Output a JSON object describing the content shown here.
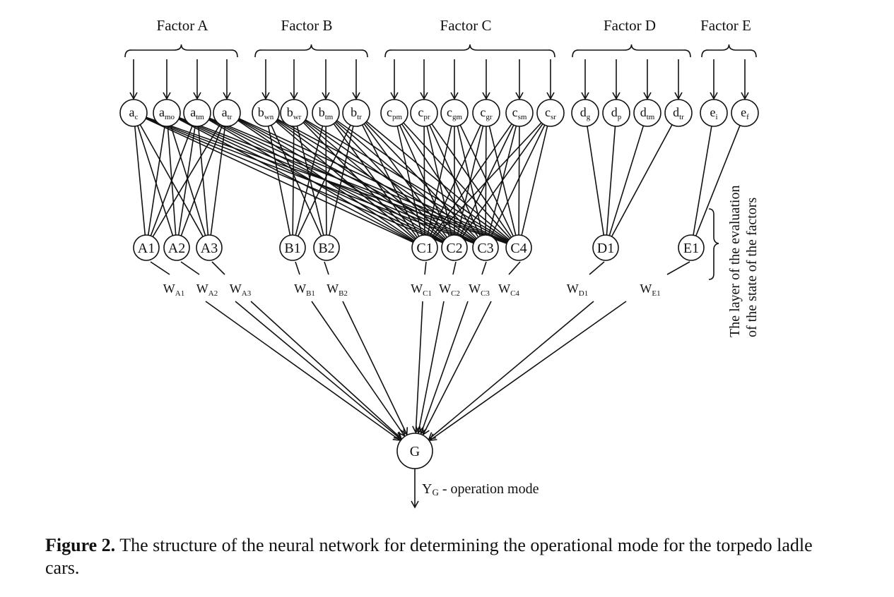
{
  "factors": [
    {
      "id": "A",
      "label": "Factor  A"
    },
    {
      "id": "B",
      "label": "Factor  B"
    },
    {
      "id": "C",
      "label": "Factor  C"
    },
    {
      "id": "D",
      "label": "Factor  D"
    },
    {
      "id": "E",
      "label": "Factor  E"
    }
  ],
  "inputs": [
    {
      "id": "ac",
      "main": "a",
      "sub": "c",
      "factor": "A"
    },
    {
      "id": "amo",
      "main": "a",
      "sub": "mo",
      "factor": "A"
    },
    {
      "id": "atm",
      "main": "a",
      "sub": "tm",
      "factor": "A"
    },
    {
      "id": "atr",
      "main": "a",
      "sub": "tr",
      "factor": "A"
    },
    {
      "id": "bwn",
      "main": "b",
      "sub": "wn",
      "factor": "B"
    },
    {
      "id": "bwr",
      "main": "b",
      "sub": "wr",
      "factor": "B"
    },
    {
      "id": "btm",
      "main": "b",
      "sub": "tm",
      "factor": "B"
    },
    {
      "id": "btr",
      "main": "b",
      "sub": "tr",
      "factor": "B"
    },
    {
      "id": "cpm",
      "main": "c",
      "sub": "pm",
      "factor": "C"
    },
    {
      "id": "cpr",
      "main": "c",
      "sub": "pr",
      "factor": "C"
    },
    {
      "id": "cgm",
      "main": "c",
      "sub": "gm",
      "factor": "C"
    },
    {
      "id": "cgr",
      "main": "c",
      "sub": "gr",
      "factor": "C"
    },
    {
      "id": "csm",
      "main": "c",
      "sub": "sm",
      "factor": "C"
    },
    {
      "id": "csr",
      "main": "c",
      "sub": "sr",
      "factor": "C"
    },
    {
      "id": "dg",
      "main": "d",
      "sub": "g",
      "factor": "D"
    },
    {
      "id": "dp",
      "main": "d",
      "sub": "p",
      "factor": "D"
    },
    {
      "id": "dtm",
      "main": "d",
      "sub": "tm",
      "factor": "D"
    },
    {
      "id": "dtr",
      "main": "d",
      "sub": "tr",
      "factor": "D"
    },
    {
      "id": "ei",
      "main": "e",
      "sub": "i",
      "factor": "E"
    },
    {
      "id": "ef",
      "main": "e",
      "sub": "f",
      "factor": "E"
    }
  ],
  "hidden": [
    {
      "id": "A1",
      "label": "A1",
      "weight_main": "W",
      "weight_sub": "A1"
    },
    {
      "id": "A2",
      "label": "A2",
      "weight_main": "W",
      "weight_sub": "A2"
    },
    {
      "id": "A3",
      "label": "A3",
      "weight_main": "W",
      "weight_sub": "A3"
    },
    {
      "id": "B1",
      "label": "B1",
      "weight_main": "W",
      "weight_sub": "B1"
    },
    {
      "id": "B2",
      "label": "B2",
      "weight_main": "W",
      "weight_sub": "B2"
    },
    {
      "id": "C1",
      "label": "C1",
      "weight_main": "W",
      "weight_sub": "C1"
    },
    {
      "id": "C2",
      "label": "C2",
      "weight_main": "W",
      "weight_sub": "C2"
    },
    {
      "id": "C3",
      "label": "C3",
      "weight_main": "W",
      "weight_sub": "C3"
    },
    {
      "id": "C4",
      "label": "C4",
      "weight_main": "W",
      "weight_sub": "C4"
    },
    {
      "id": "D1",
      "label": "D1",
      "weight_main": "W",
      "weight_sub": "D1"
    },
    {
      "id": "E1",
      "label": "E1",
      "weight_main": "W",
      "weight_sub": "E1"
    }
  ],
  "output": {
    "id": "G",
    "label": "G",
    "y_main": "Y",
    "y_sub": "G",
    "y_text": " - operation mode"
  },
  "layer_note": [
    "The layer of the evaluation",
    "of the state of the factors"
  ],
  "caption": {
    "lead": "Figure 2.",
    "text": " The structure of the neural network for determining the operational mode for the torpedo ladle cars."
  }
}
